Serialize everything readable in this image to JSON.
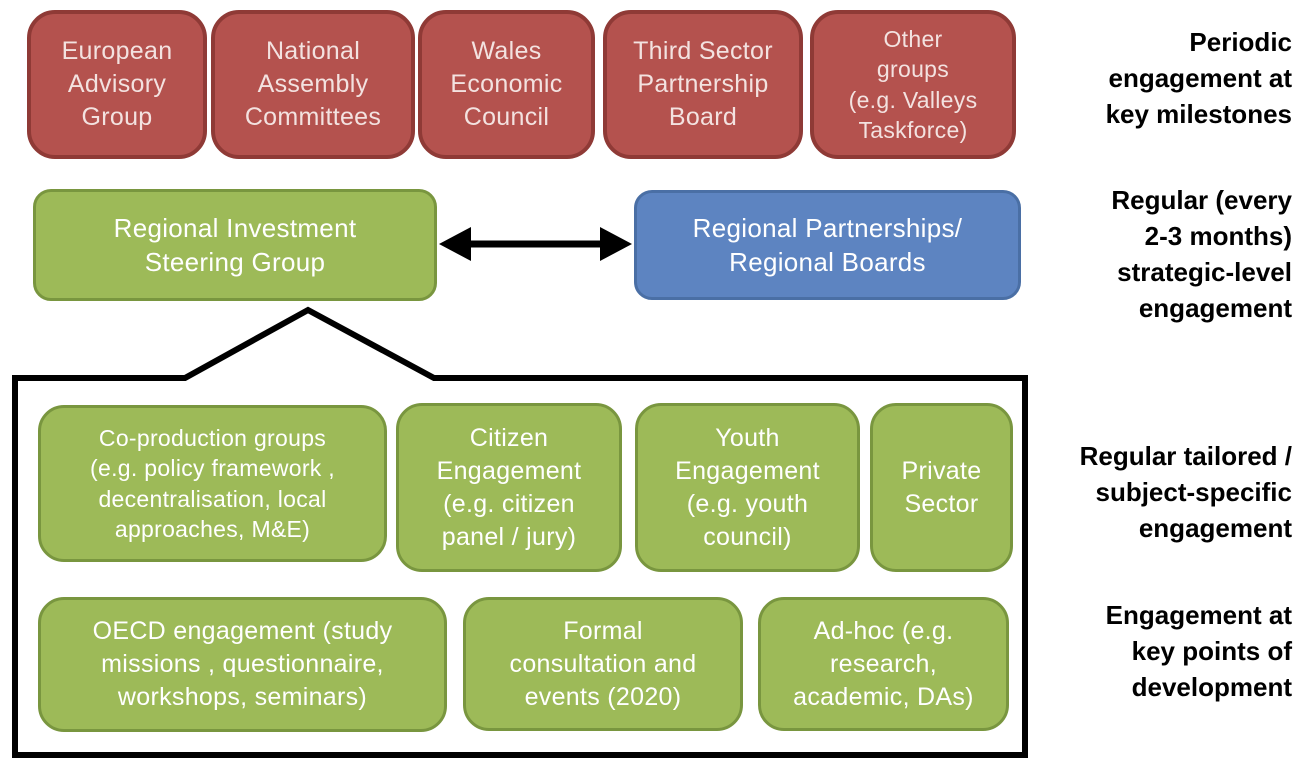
{
  "diagram": {
    "title_implicit": "Engagement structure diagram",
    "top_row": [
      {
        "id": "european-advisory-group",
        "label": "European\nAdvisory\nGroup"
      },
      {
        "id": "national-assembly-committees",
        "label": "National\nAssembly\nCommittees"
      },
      {
        "id": "wales-economic-council",
        "label": "Wales\nEconomic\nCouncil"
      },
      {
        "id": "third-sector-partnership-board",
        "label": "Third Sector\nPartnership\nBoard"
      },
      {
        "id": "other-groups",
        "label": "Other\ngroups\n(e.g. Valleys\nTaskforce)"
      }
    ],
    "middle": {
      "steering_group": "Regional Investment\nSteering Group",
      "regional_partnerships": "Regional Partnerships/\nRegional Boards"
    },
    "container": {
      "row1": [
        {
          "id": "co-production-groups",
          "label": "Co-production groups\n(e.g. policy framework ,\ndecentralisation, local\napproaches, M&E)"
        },
        {
          "id": "citizen-engagement",
          "label": "Citizen\nEngagement\n(e.g. citizen\npanel / jury)"
        },
        {
          "id": "youth-engagement",
          "label": "Youth\nEngagement\n(e.g. youth\ncouncil)"
        },
        {
          "id": "private-sector",
          "label": "Private\nSector"
        }
      ],
      "row2": [
        {
          "id": "oecd-engagement",
          "label": "OECD engagement (study\nmissions , questionnaire,\nworkshops, seminars)"
        },
        {
          "id": "formal-consultation",
          "label": "Formal\nconsultation and\nevents (2020)"
        },
        {
          "id": "ad-hoc",
          "label": "Ad-hoc (e.g.\nresearch,\nacademic, DAs)"
        }
      ]
    },
    "side_labels": [
      {
        "id": "periodic",
        "text": "Periodic\nengagement at\nkey milestones"
      },
      {
        "id": "regular-strategic",
        "text": "Regular (every\n2-3 months)\nstrategic-level\nengagement"
      },
      {
        "id": "regular-tailored",
        "text": "Regular tailored /\nsubject-specific\nengagement"
      },
      {
        "id": "key-points",
        "text": "Engagement at\nkey points of\ndevelopment"
      }
    ],
    "colors": {
      "red_fill": "#b4524e",
      "red_border": "#8f3a36",
      "green_fill": "#9dba58",
      "green_border": "#79963f",
      "blue_fill": "#5d84c1",
      "blue_border": "#4a6fa5",
      "connector": "#000000",
      "box_text": "#ffffff",
      "side_label_text": "#000000"
    }
  }
}
